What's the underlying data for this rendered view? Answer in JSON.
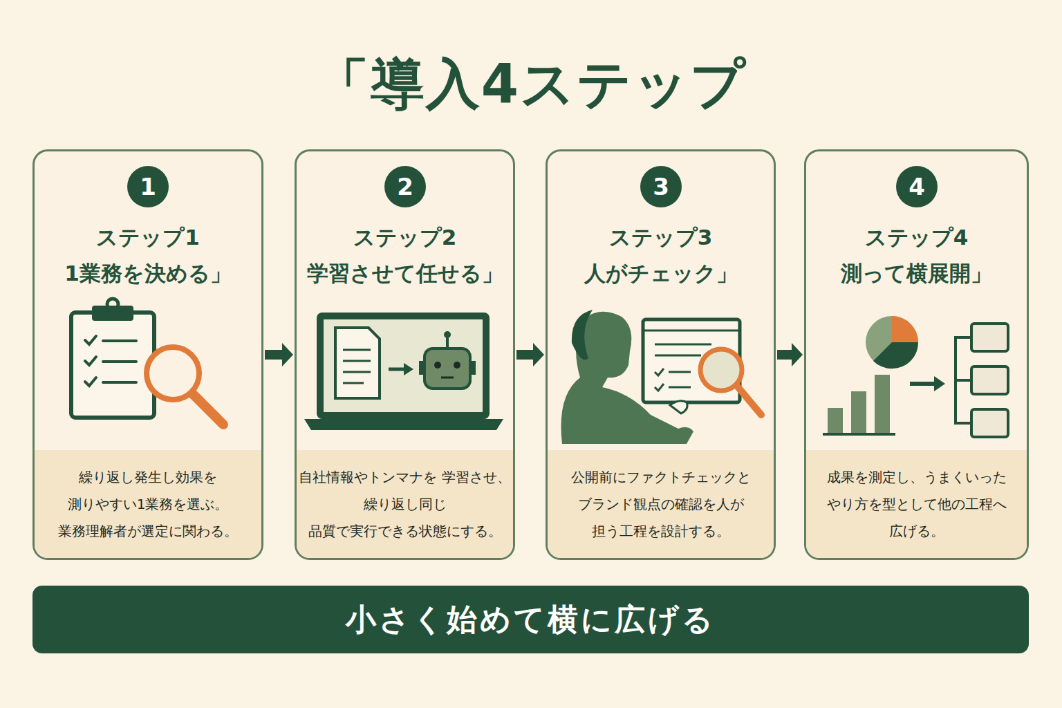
{
  "diagram": {
    "title": "「導入4ステップ",
    "nodes": [
      {
        "text": [
          "ステップ1 1業務を決める」",
          "繰り返し発生し効果を 測りやすい1業務を選ぶ。 業務理解者が選定に関わる。"
        ]
      },
      {
        "text": [
          "1"
        ],
        "in": 0
      },
      {
        "text": [
          "ステップ2 学習させて任せる」",
          "自社情報やトンマナを 学習させ、繰り返し同じ 品質で実行できる状態にする。"
        ]
      },
      {
        "text": [
          "2"
        ],
        "in": 2
      },
      {
        "text": [
          "ステップ3 人がチェック」",
          "公開前にファクトチェックと ブランド観点の確認を人が 担う工程を設計する。"
        ]
      },
      {
        "text": [
          "3"
        ],
        "in": 4
      },
      {
        "text": [
          "ステップ4 測って横展開」",
          "成果を測定し、うまくいった やり方を型として他の工程へ 広げる。"
        ]
      },
      {
        "text": [
          "4"
        ],
        "in": 6
      },
      {
        "text": [
          "小さく始めて横に広げる"
        ]
      }
    ],
    "edges": [
      {
        "from": 0,
        "to": 2,
        "arrow": "to"
      },
      {
        "from": 2,
        "to": 4,
        "arrow": "to"
      },
      {
        "from": 4,
        "to": 6,
        "arrow": "to"
      }
    ]
  }
}
